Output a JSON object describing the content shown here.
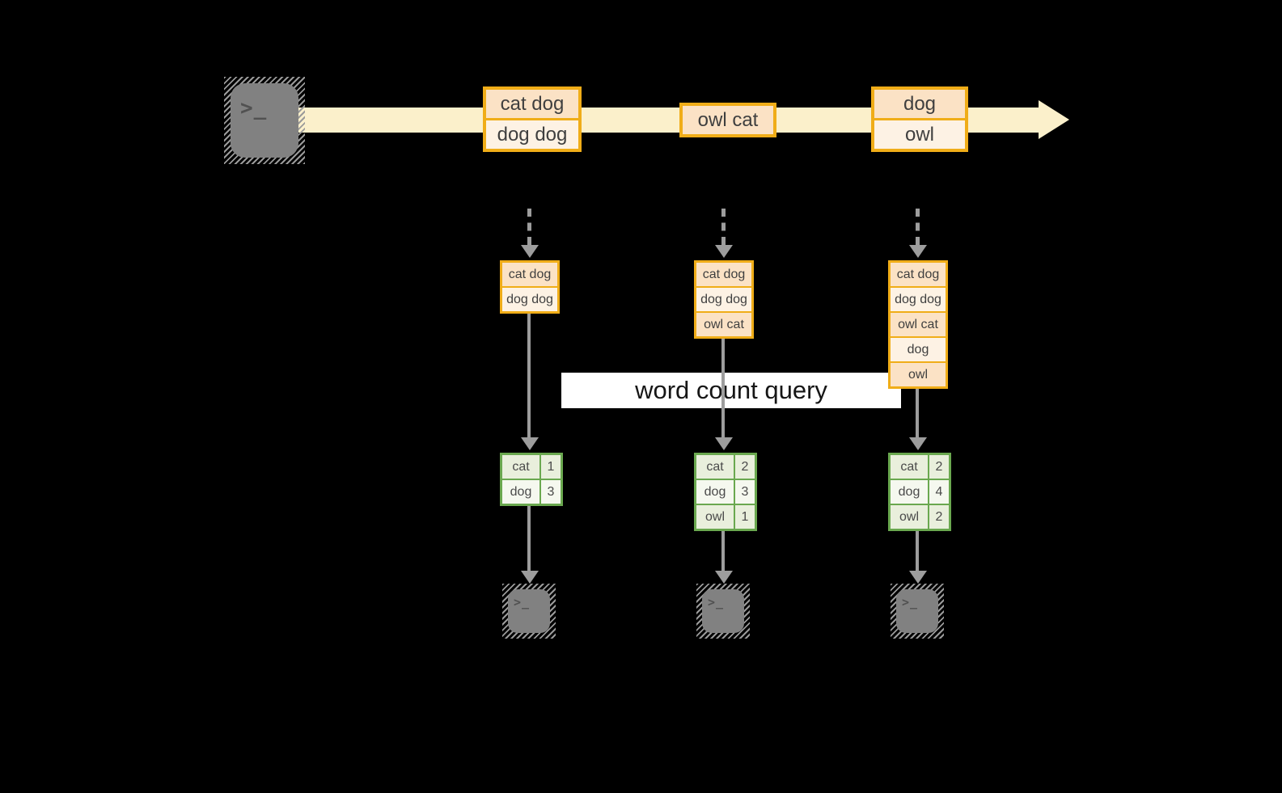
{
  "query": {
    "label": "word count query"
  },
  "stream": {
    "messages": [
      {
        "rows": [
          "cat dog",
          "dog dog"
        ]
      },
      {
        "rows": [
          "owl cat"
        ]
      },
      {
        "rows": [
          "dog",
          "owl"
        ]
      }
    ]
  },
  "columns": [
    {
      "state_rows": [
        "cat dog",
        "dog dog"
      ],
      "counts": [
        {
          "word": "cat",
          "count": "1"
        },
        {
          "word": "dog",
          "count": "3"
        }
      ]
    },
    {
      "state_rows": [
        "cat dog",
        "dog dog",
        "owl cat"
      ],
      "counts": [
        {
          "word": "cat",
          "count": "2"
        },
        {
          "word": "dog",
          "count": "3"
        },
        {
          "word": "owl",
          "count": "1"
        }
      ]
    },
    {
      "state_rows": [
        "cat dog",
        "dog dog",
        "owl cat",
        "dog",
        "owl"
      ],
      "counts": [
        {
          "word": "cat",
          "count": "2"
        },
        {
          "word": "dog",
          "count": "4"
        },
        {
          "word": "owl",
          "count": "2"
        }
      ]
    }
  ],
  "icons": {
    "source": "terminal-icon",
    "sinks": [
      "terminal-icon",
      "terminal-icon",
      "terminal-icon"
    ],
    "prompt_glyph": ">_"
  },
  "colors": {
    "background": "#000000",
    "stream_arrow": "#fbf0cb",
    "box_border": "#f0ad18",
    "box_fill_dark": "#fbe2c5",
    "box_fill_light": "#fdf2e4",
    "table_border": "#6aa84f",
    "table_fill_dark": "#e9efdc",
    "table_fill_light": "#f5f8ef",
    "connector_gray": "#9d9d9d",
    "terminal_gray": "#818181",
    "query_band": "#ffffff"
  }
}
